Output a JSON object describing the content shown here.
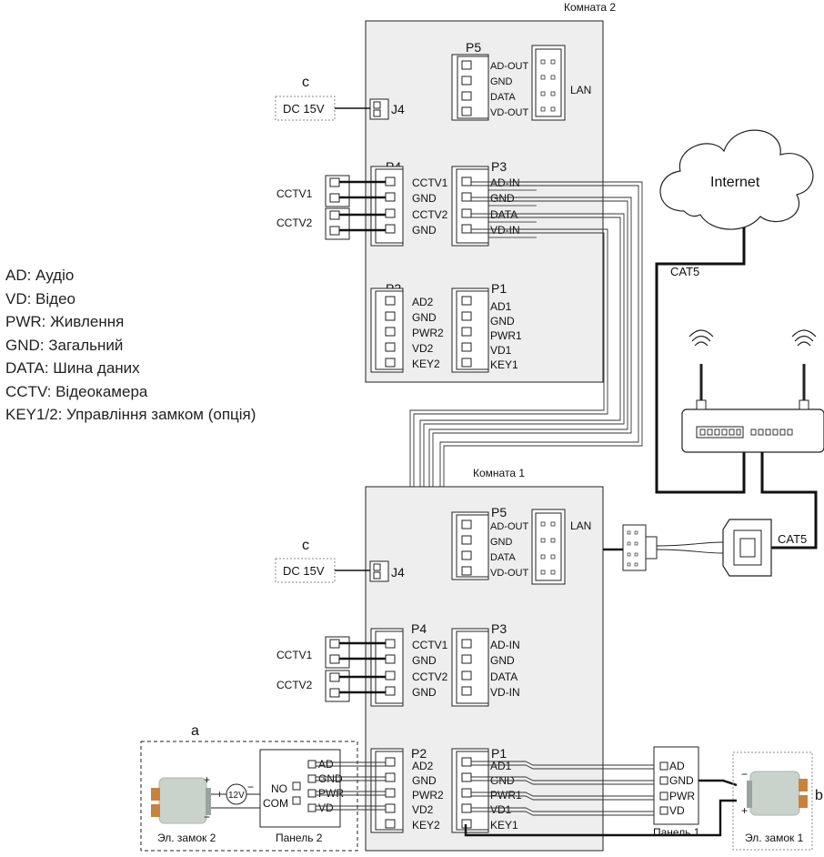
{
  "rooms": {
    "room2": "Комната 2",
    "room1": "Комната 1"
  },
  "legend": [
    "AD: Аудіо",
    "VD: Відео",
    "PWR: Живлення",
    "GND: Загальний",
    "DATA: Шина даних",
    "CCTV: Відеокамера",
    "KEY1/2: Управління замком (опція)"
  ],
  "connectors": {
    "P5": {
      "name": "P5",
      "pins": [
        "AD-OUT",
        "GND",
        "DATA",
        "VD-OUT"
      ]
    },
    "P4": {
      "name": "P4",
      "pins": [
        "CCTV1",
        "GND",
        "CCTV2",
        "GND"
      ]
    },
    "P3": {
      "name": "P3",
      "pins": [
        "AD-IN",
        "GND",
        "DATA",
        "VD-IN"
      ]
    },
    "P2": {
      "name": "P2",
      "pins": [
        "AD2",
        "GND",
        "PWR2",
        "VD2",
        "KEY2"
      ]
    },
    "P1": {
      "name": "P1",
      "pins": [
        "AD1",
        "GND",
        "PWR1",
        "VD1",
        "KEY1"
      ]
    },
    "J4": "J4",
    "LAN": "LAN"
  },
  "power": {
    "letter": "c",
    "label": "DC 15V"
  },
  "cameras": {
    "cam1": "CCTV1",
    "cam2": "CCTV2"
  },
  "network": {
    "internet": "Internet",
    "cable1": "CAT5",
    "cable2": "CAT5"
  },
  "panel1": {
    "label": "Панель 1",
    "pins": [
      "AD",
      "GND",
      "PWR",
      "VD"
    ]
  },
  "panel2": {
    "label": "Панель 2",
    "pins": [
      "AD",
      "GND",
      "PWR",
      "VD"
    ],
    "no": "NO",
    "com": "COM"
  },
  "group_a": "a",
  "group_b": "b",
  "lock1": {
    "label": "Эл. замок 1",
    "plus": "+",
    "minus": "−"
  },
  "lock2": {
    "label": "Эл. замок 2",
    "plus": "+",
    "minus": "−",
    "plus2": "+",
    "minus2": "−",
    "supply": "12V"
  },
  "colors": {
    "line": "#111111",
    "board": "#eeeeee",
    "lock_body": "#c9d3cc",
    "lock_accent": "#c8823c"
  }
}
